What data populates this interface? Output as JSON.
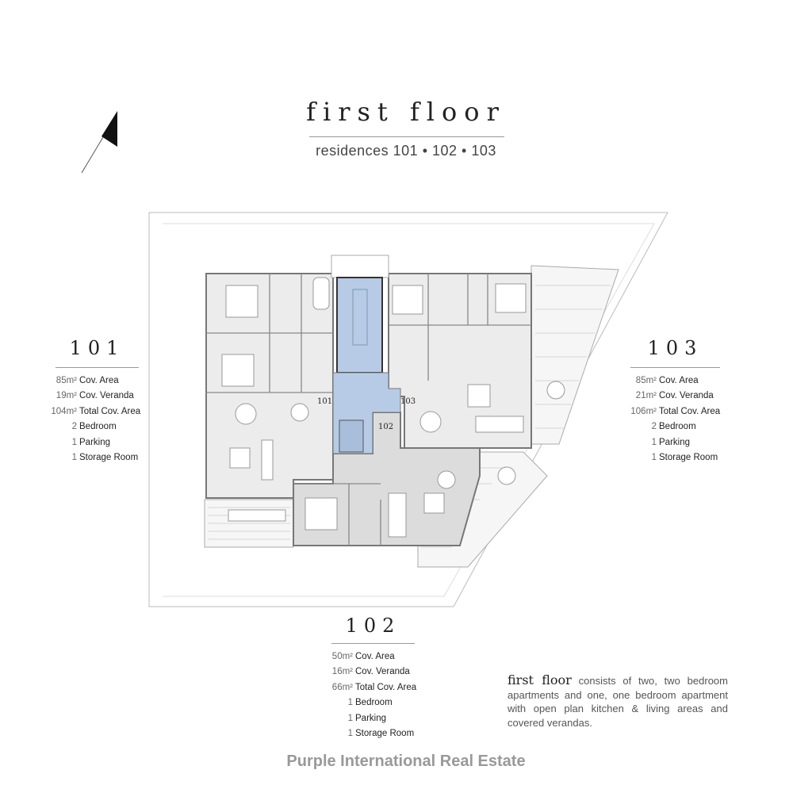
{
  "header": {
    "title": "first floor",
    "subtitle": "residences 101 • 102 • 103"
  },
  "plan": {
    "unit_tags": [
      "101",
      "102",
      "103"
    ],
    "stair_color": "#b7cbe6",
    "room_fill": "#ececec",
    "unit102_fill": "#dcdcdc"
  },
  "units": [
    {
      "id": "101",
      "specs": [
        {
          "num": "85m²",
          "label": "Cov. Area"
        },
        {
          "num": "19m²",
          "label": "Cov. Veranda"
        },
        {
          "num": "104m²",
          "label": "Total Cov. Area"
        },
        {
          "num": "2",
          "label": "Bedroom"
        },
        {
          "num": "1",
          "label": "Parking"
        },
        {
          "num": "1",
          "label": "Storage Room"
        }
      ]
    },
    {
      "id": "102",
      "specs": [
        {
          "num": "50m²",
          "label": "Cov. Area"
        },
        {
          "num": "16m²",
          "label": "Cov. Veranda"
        },
        {
          "num": "66m²",
          "label": "Total Cov. Area"
        },
        {
          "num": "1",
          "label": "Bedroom"
        },
        {
          "num": "1",
          "label": "Parking"
        },
        {
          "num": "1",
          "label": "Storage Room"
        }
      ]
    },
    {
      "id": "103",
      "specs": [
        {
          "num": "85m²",
          "label": "Cov. Area"
        },
        {
          "num": "21m²",
          "label": "Cov. Veranda"
        },
        {
          "num": "106m²",
          "label": "Total Cov. Area"
        },
        {
          "num": "2",
          "label": "Bedroom"
        },
        {
          "num": "1",
          "label": "Parking"
        },
        {
          "num": "1",
          "label": "Storage Room"
        }
      ]
    }
  ],
  "description": {
    "lead": "first floor",
    "text": " consists of two, two bedroom apartments and one, one bedroom apartment with open plan kitchen & living areas and covered verandas."
  },
  "footer": "Purple International Real Estate"
}
